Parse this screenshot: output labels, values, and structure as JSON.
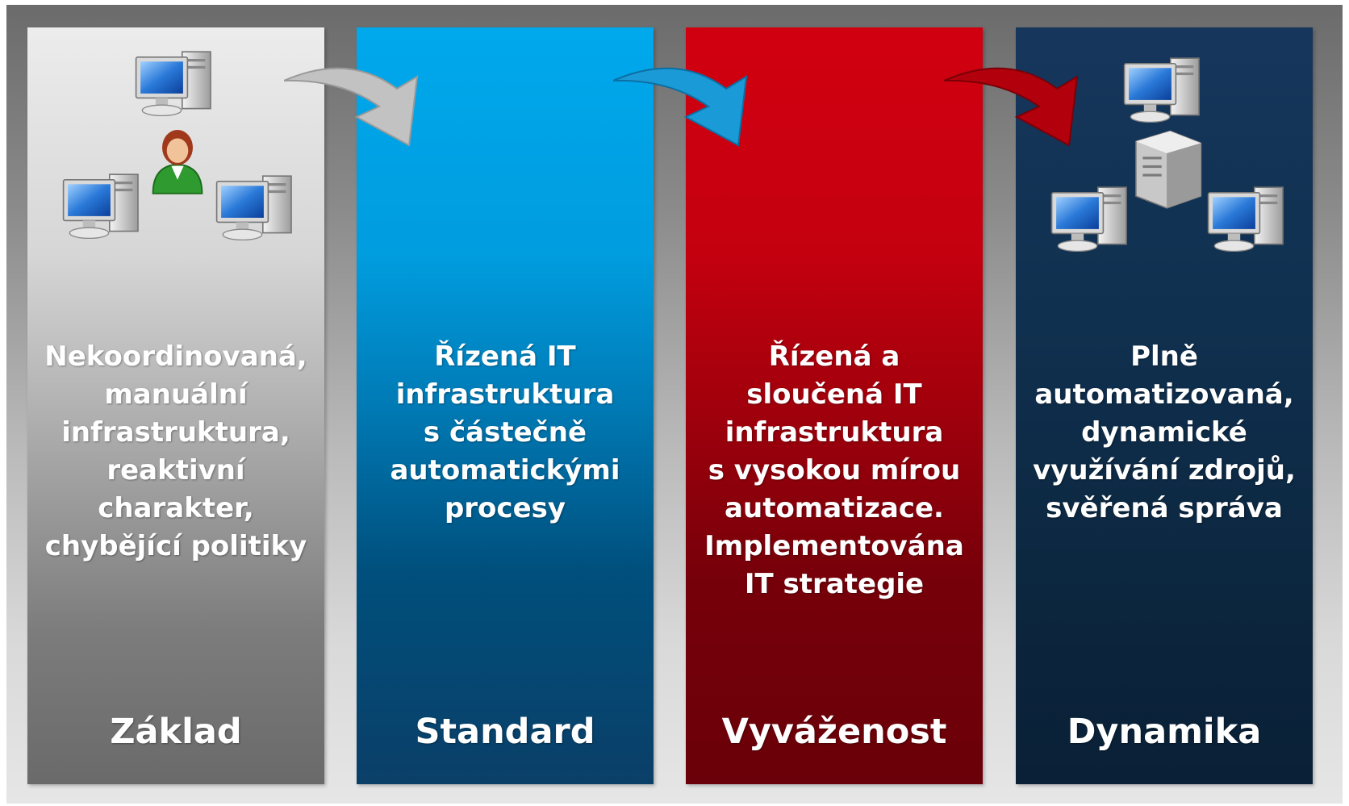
{
  "stages": [
    {
      "label": "Základ",
      "description": "Nekoordinovaná,\nmanuální\ninfrastruktura,\nreaktivní\ncharakter,\nchybějící politiky"
    },
    {
      "label": "Standard",
      "description": "Řízená IT\ninfrastruktura\ns částečně\nautomatickými\nprocesy"
    },
    {
      "label": "Vyváženost",
      "description": "Řízená a\nsloučená IT\ninfrastruktura\ns vysokou mírou\nautomatizace.\nImplementována\nIT strategie"
    },
    {
      "label": "Dynamika",
      "description": "Plně\nautomatizovaná,\ndynamické\nvyužívání zdrojů,\nsvěřená správa"
    }
  ],
  "icons": {
    "stage1": [
      "computer-icon",
      "computer-icon",
      "computer-icon",
      "user-icon"
    ],
    "stage4": [
      "computer-icon",
      "computer-icon",
      "computer-icon",
      "server-icon"
    ]
  },
  "colors": {
    "stage1": "#9a9a9a",
    "stage2": "#009ddf",
    "stage3": "#c4000f",
    "stage4": "#10304f",
    "arrow1": "#bfbfbf",
    "arrow2": "#1a9ad6",
    "arrow3": "#b3000d"
  }
}
